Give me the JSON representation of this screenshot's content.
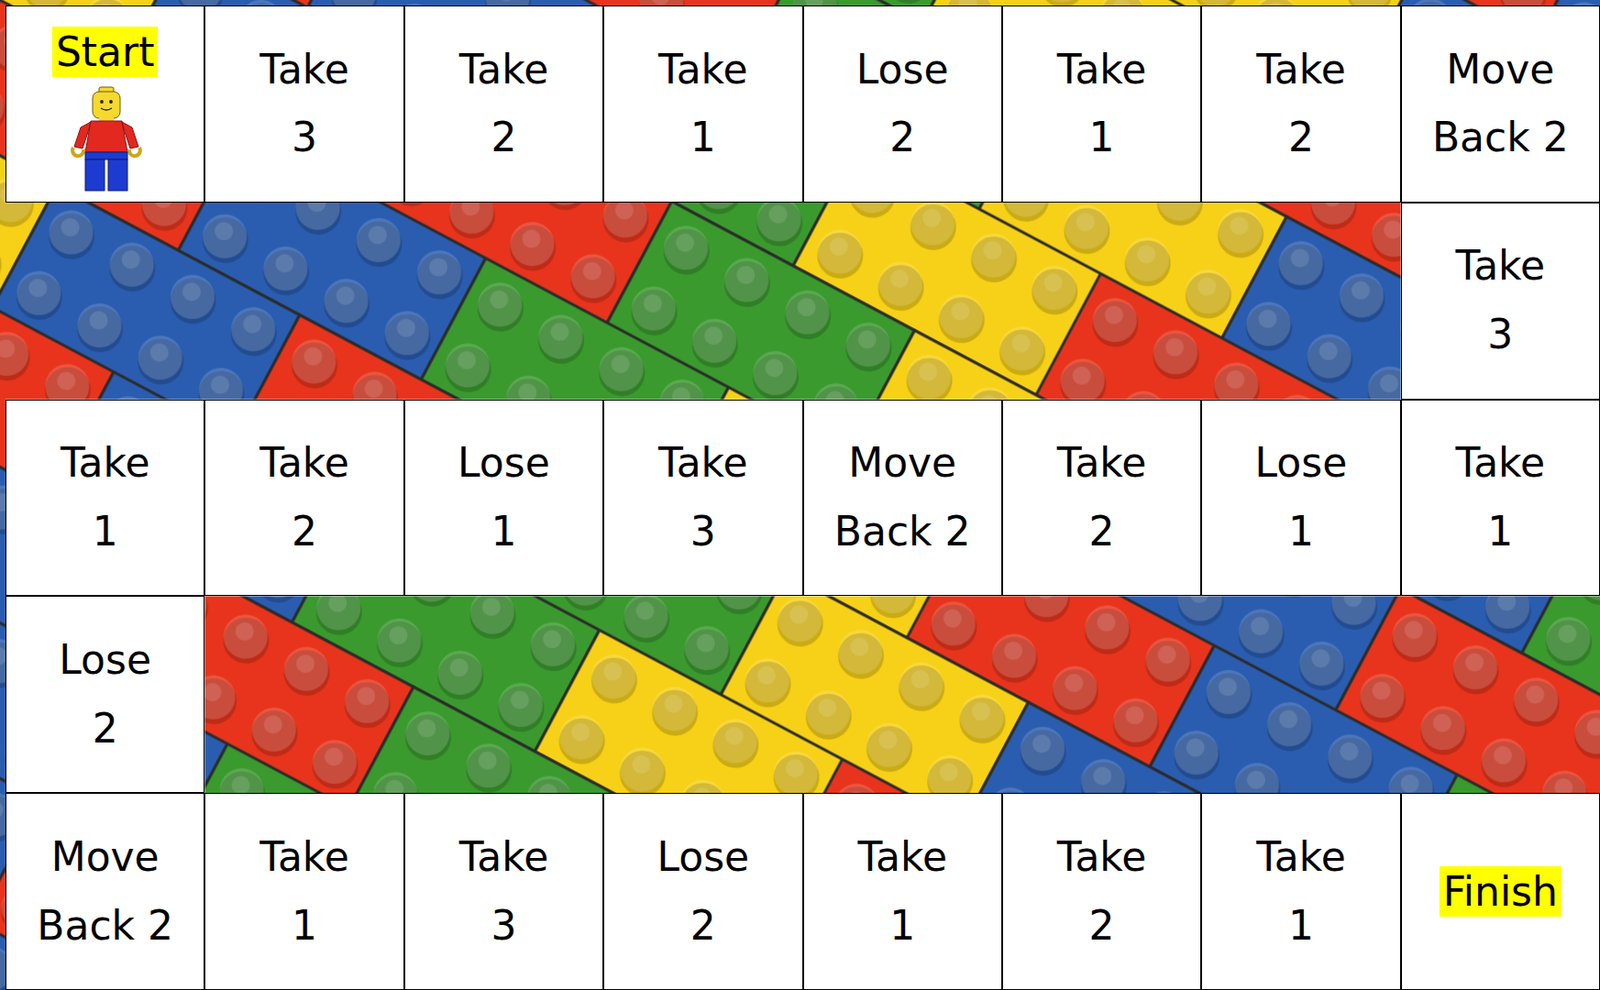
{
  "diagram": {
    "nodes": [
      {
        "text": [
          "Start"
        ]
      },
      {
        "text": [
          "Take 3"
        ]
      },
      {
        "text": [
          "Take 2"
        ]
      },
      {
        "text": [
          "Take 1"
        ]
      },
      {
        "text": [
          "Lose 2"
        ]
      },
      {
        "text": [
          "Take 1"
        ]
      },
      {
        "text": [
          "Take 2"
        ]
      },
      {
        "text": [
          "Move Back 2"
        ]
      },
      {
        "text": [
          "Take 3"
        ]
      },
      {
        "text": [
          "Take 1"
        ]
      },
      {
        "text": [
          "Take 2"
        ]
      },
      {
        "text": [
          "Lose 1"
        ]
      },
      {
        "text": [
          "Take 3"
        ]
      },
      {
        "text": [
          "Move Back 2"
        ]
      },
      {
        "text": [
          "Take 2"
        ]
      },
      {
        "text": [
          "Lose 1"
        ]
      },
      {
        "text": [
          "Take 1"
        ]
      },
      {
        "text": [
          "Lose 2"
        ]
      },
      {
        "text": [
          "Move Back 2"
        ]
      },
      {
        "text": [
          "Take 1"
        ]
      },
      {
        "text": [
          "Take 3"
        ]
      },
      {
        "text": [
          "Lose 2"
        ]
      },
      {
        "text": [
          "Take 1"
        ]
      },
      {
        "text": [
          "Take 2"
        ]
      },
      {
        "text": [
          "Take 1"
        ]
      },
      {
        "text": [
          "Finish"
        ]
      }
    ]
  }
}
